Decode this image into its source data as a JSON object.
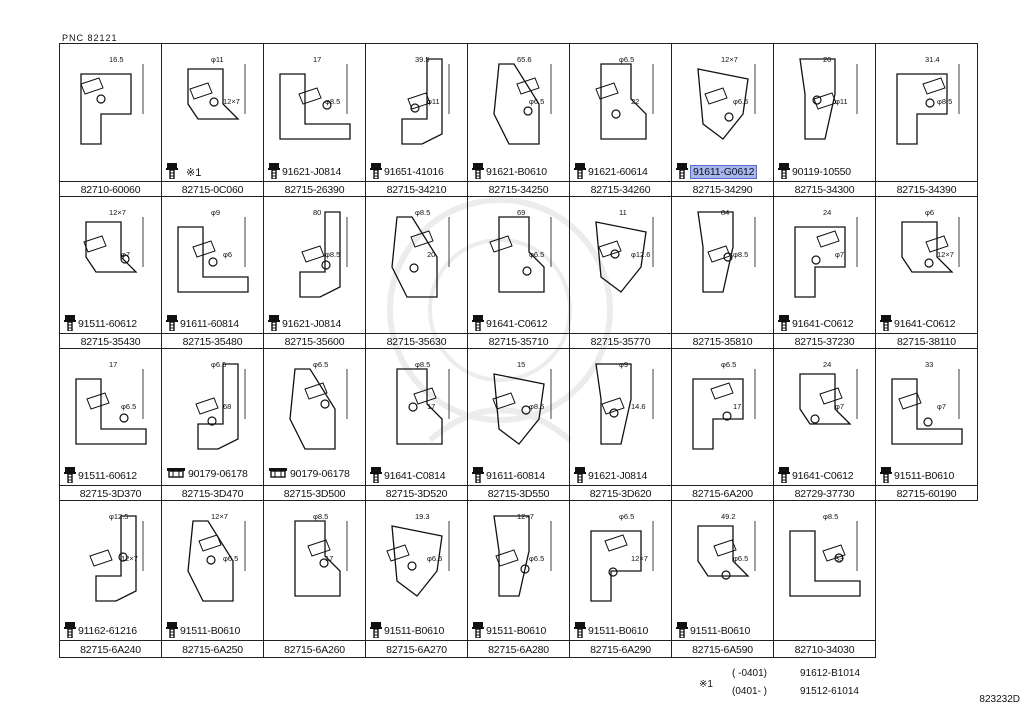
{
  "header": {
    "pnc": "PNC   82121"
  },
  "cells": [
    {
      "id": "82710-60060",
      "label": "82710-60060",
      "bolt": "",
      "dims": [
        "16.5"
      ]
    },
    {
      "id": "82715-0C060",
      "label": "82715-0C060",
      "bolt": "",
      "asterisk": "※1",
      "dims": [
        "φ11",
        "12×7"
      ]
    },
    {
      "id": "82715-26390",
      "label": "82715-26390",
      "bolt": "91621-J0814",
      "dims": [
        "17",
        "φ8.5"
      ]
    },
    {
      "id": "82715-34210",
      "label": "82715-34210",
      "bolt": "91651-41016",
      "dims": [
        "39.5",
        "φ11"
      ]
    },
    {
      "id": "82715-34250",
      "label": "82715-34250",
      "bolt": "91621-B0610",
      "dims": [
        "65.6",
        "φ6.5"
      ]
    },
    {
      "id": "82715-34260",
      "label": "82715-34260",
      "bolt": "91621-60614",
      "dims": [
        "φ6.5",
        "22"
      ]
    },
    {
      "id": "82715-34290",
      "label": "82715-34290",
      "bolt": "91611-G0612",
      "highlight": true,
      "dims": [
        "12×7",
        "φ6.5"
      ]
    },
    {
      "id": "82715-34300",
      "label": "82715-34300",
      "bolt": "90119-10550",
      "dims": [
        "20",
        "φ11"
      ]
    },
    {
      "id": "82715-34390",
      "label": "82715-34390",
      "bolt": "",
      "dims": [
        "31.4",
        "φ8.5"
      ]
    },
    {
      "id": "82715-35430",
      "label": "82715-35430",
      "bolt": "91511-60612",
      "dims": [
        "12×7",
        "φ7"
      ]
    },
    {
      "id": "82715-35480",
      "label": "82715-35480",
      "bolt": "91611-60814",
      "dims": [
        "φ9",
        "φ6"
      ]
    },
    {
      "id": "82715-35600",
      "label": "82715-35600",
      "bolt": "91621-J0814",
      "dims": [
        "80",
        "φ8.5"
      ]
    },
    {
      "id": "82715-35630",
      "label": "82715-35630",
      "bolt": "",
      "dims": [
        "φ8.5",
        "20"
      ]
    },
    {
      "id": "82715-35710",
      "label": "82715-35710",
      "bolt": "91641-C0612",
      "dims": [
        "69",
        "φ6.5"
      ]
    },
    {
      "id": "82715-35770",
      "label": "82715-35770",
      "bolt": "",
      "dims": [
        "11",
        "φ12.6"
      ]
    },
    {
      "id": "82715-35810",
      "label": "82715-35810",
      "bolt": "",
      "dims": [
        "84",
        "φ8.5"
      ]
    },
    {
      "id": "82715-37230",
      "label": "82715-37230",
      "bolt": "91641-C0612",
      "dims": [
        "24",
        "φ7"
      ]
    },
    {
      "id": "82715-38110",
      "label": "82715-38110",
      "bolt": "91641-C0612",
      "dims": [
        "φ6",
        "12×7"
      ]
    },
    {
      "id": "82715-3D370",
      "label": "82715-3D370",
      "bolt": "91511-60612",
      "dims": [
        "17",
        "φ6.5"
      ]
    },
    {
      "id": "82715-3D470",
      "label": "82715-3D470",
      "bolt": "90179-06178",
      "nut": true,
      "dims": [
        "φ6.5",
        "68"
      ]
    },
    {
      "id": "82715-3D500",
      "label": "82715-3D500",
      "bolt": "90179-06178",
      "nut": true,
      "dims": [
        "φ6.5"
      ]
    },
    {
      "id": "82715-3D520",
      "label": "82715-3D520",
      "bolt": "91641-C0814",
      "dims": [
        "φ8.5",
        "17"
      ]
    },
    {
      "id": "82715-3D550",
      "label": "82715-3D550",
      "bolt": "91611-60814",
      "dims": [
        "15",
        "φ8.5"
      ]
    },
    {
      "id": "82715-3D620",
      "label": "82715-3D620",
      "bolt": "91621-J0814",
      "dims": [
        "φ9",
        "14.6"
      ]
    },
    {
      "id": "82715-6A200",
      "label": "82715-6A200",
      "bolt": "",
      "dims": [
        "φ6.5",
        "17"
      ]
    },
    {
      "id": "82729-37730",
      "label": "82729-37730",
      "bolt": "91641-C0612",
      "dims": [
        "24",
        "φ7"
      ]
    },
    {
      "id": "82715-60190",
      "label": "82715-60190",
      "bolt": "91511-B0610",
      "dims": [
        "33",
        "φ7"
      ]
    },
    {
      "id": "82715-6A240",
      "label": "82715-6A240",
      "bolt": "91162-61216",
      "dims": [
        "φ12.5",
        "12×7"
      ]
    },
    {
      "id": "82715-6A250",
      "label": "82715-6A250",
      "bolt": "91511-B0610",
      "dims": [
        "12×7",
        "φ6.5"
      ]
    },
    {
      "id": "82715-6A260",
      "label": "82715-6A260",
      "bolt": "",
      "dims": [
        "φ8.5",
        "17"
      ]
    },
    {
      "id": "82715-6A270",
      "label": "82715-6A270",
      "bolt": "91511-B0610",
      "dims": [
        "19.3",
        "φ6.5"
      ]
    },
    {
      "id": "82715-6A280",
      "label": "82715-6A280",
      "bolt": "91511-B0610",
      "dims": [
        "12×7",
        "φ6.5"
      ]
    },
    {
      "id": "82715-6A290",
      "label": "82715-6A290",
      "bolt": "91511-B0610",
      "dims": [
        "φ6.5",
        "12×7"
      ]
    },
    {
      "id": "82715-6A590",
      "label": "82715-6A590",
      "bolt": "91511-B0610",
      "dims": [
        "49.2",
        "φ6.5"
      ]
    },
    {
      "id": "82710-34030",
      "label": "82710-34030",
      "bolt": "",
      "dims": [
        "φ8.5",
        "33"
      ]
    }
  ],
  "footnote": {
    "mark": "※1",
    "line1_range": "(      -0401)",
    "line1_part": "91612-B1014",
    "line2_range": "(0401-      )",
    "line2_part": "91512-61014"
  },
  "diagram_code": "823232D"
}
